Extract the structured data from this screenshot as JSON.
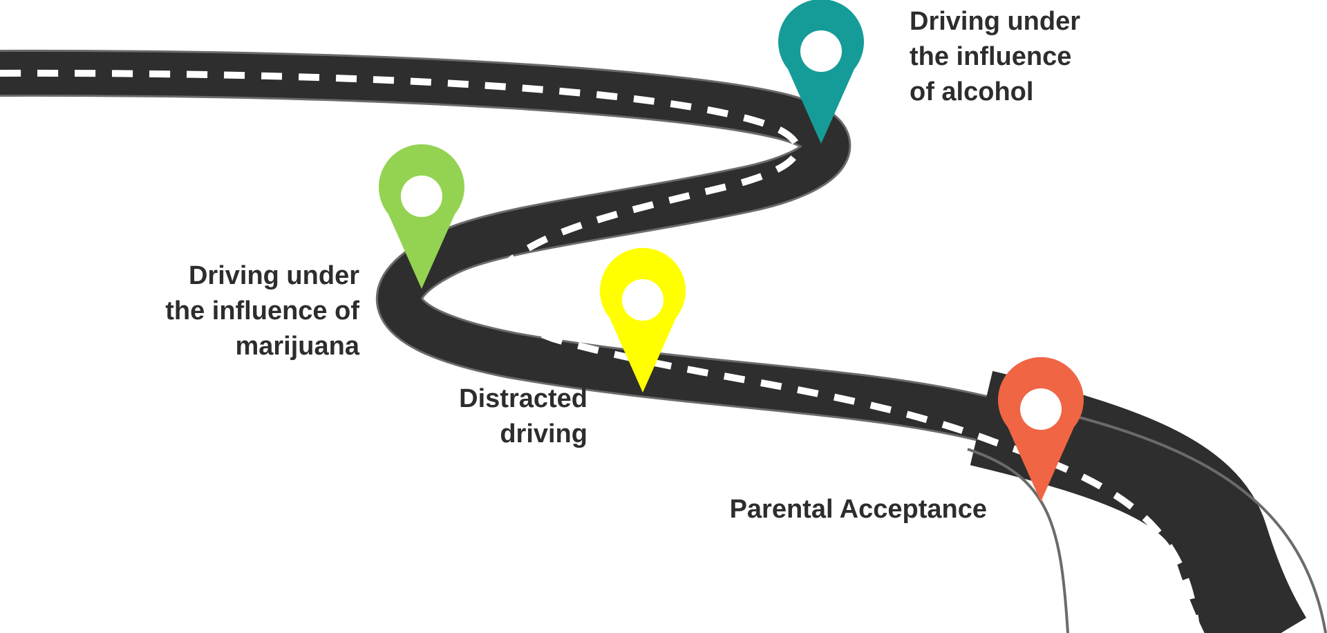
{
  "colors": {
    "road": "#2e2e2e",
    "road_edge": "#6b6b6b",
    "lane_marking": "#ffffff",
    "pin_alcohol": "#169c98",
    "pin_marijuana": "#93d351",
    "pin_distracted": "#ffff00",
    "pin_parental": "#f06543",
    "text": "#2d2d2d"
  },
  "milestones": {
    "alcohol": {
      "lines": [
        "Driving under",
        "the influence",
        "of alcohol"
      ],
      "pin_icon": "map-pin-icon"
    },
    "marijuana": {
      "lines": [
        "Driving under",
        "the influence of",
        "marijuana"
      ],
      "pin_icon": "map-pin-icon"
    },
    "distracted": {
      "lines": [
        "Distracted",
        "driving"
      ],
      "pin_icon": "map-pin-icon"
    },
    "parental": {
      "lines": [
        "Parental Acceptance"
      ],
      "pin_icon": "map-pin-icon"
    }
  }
}
